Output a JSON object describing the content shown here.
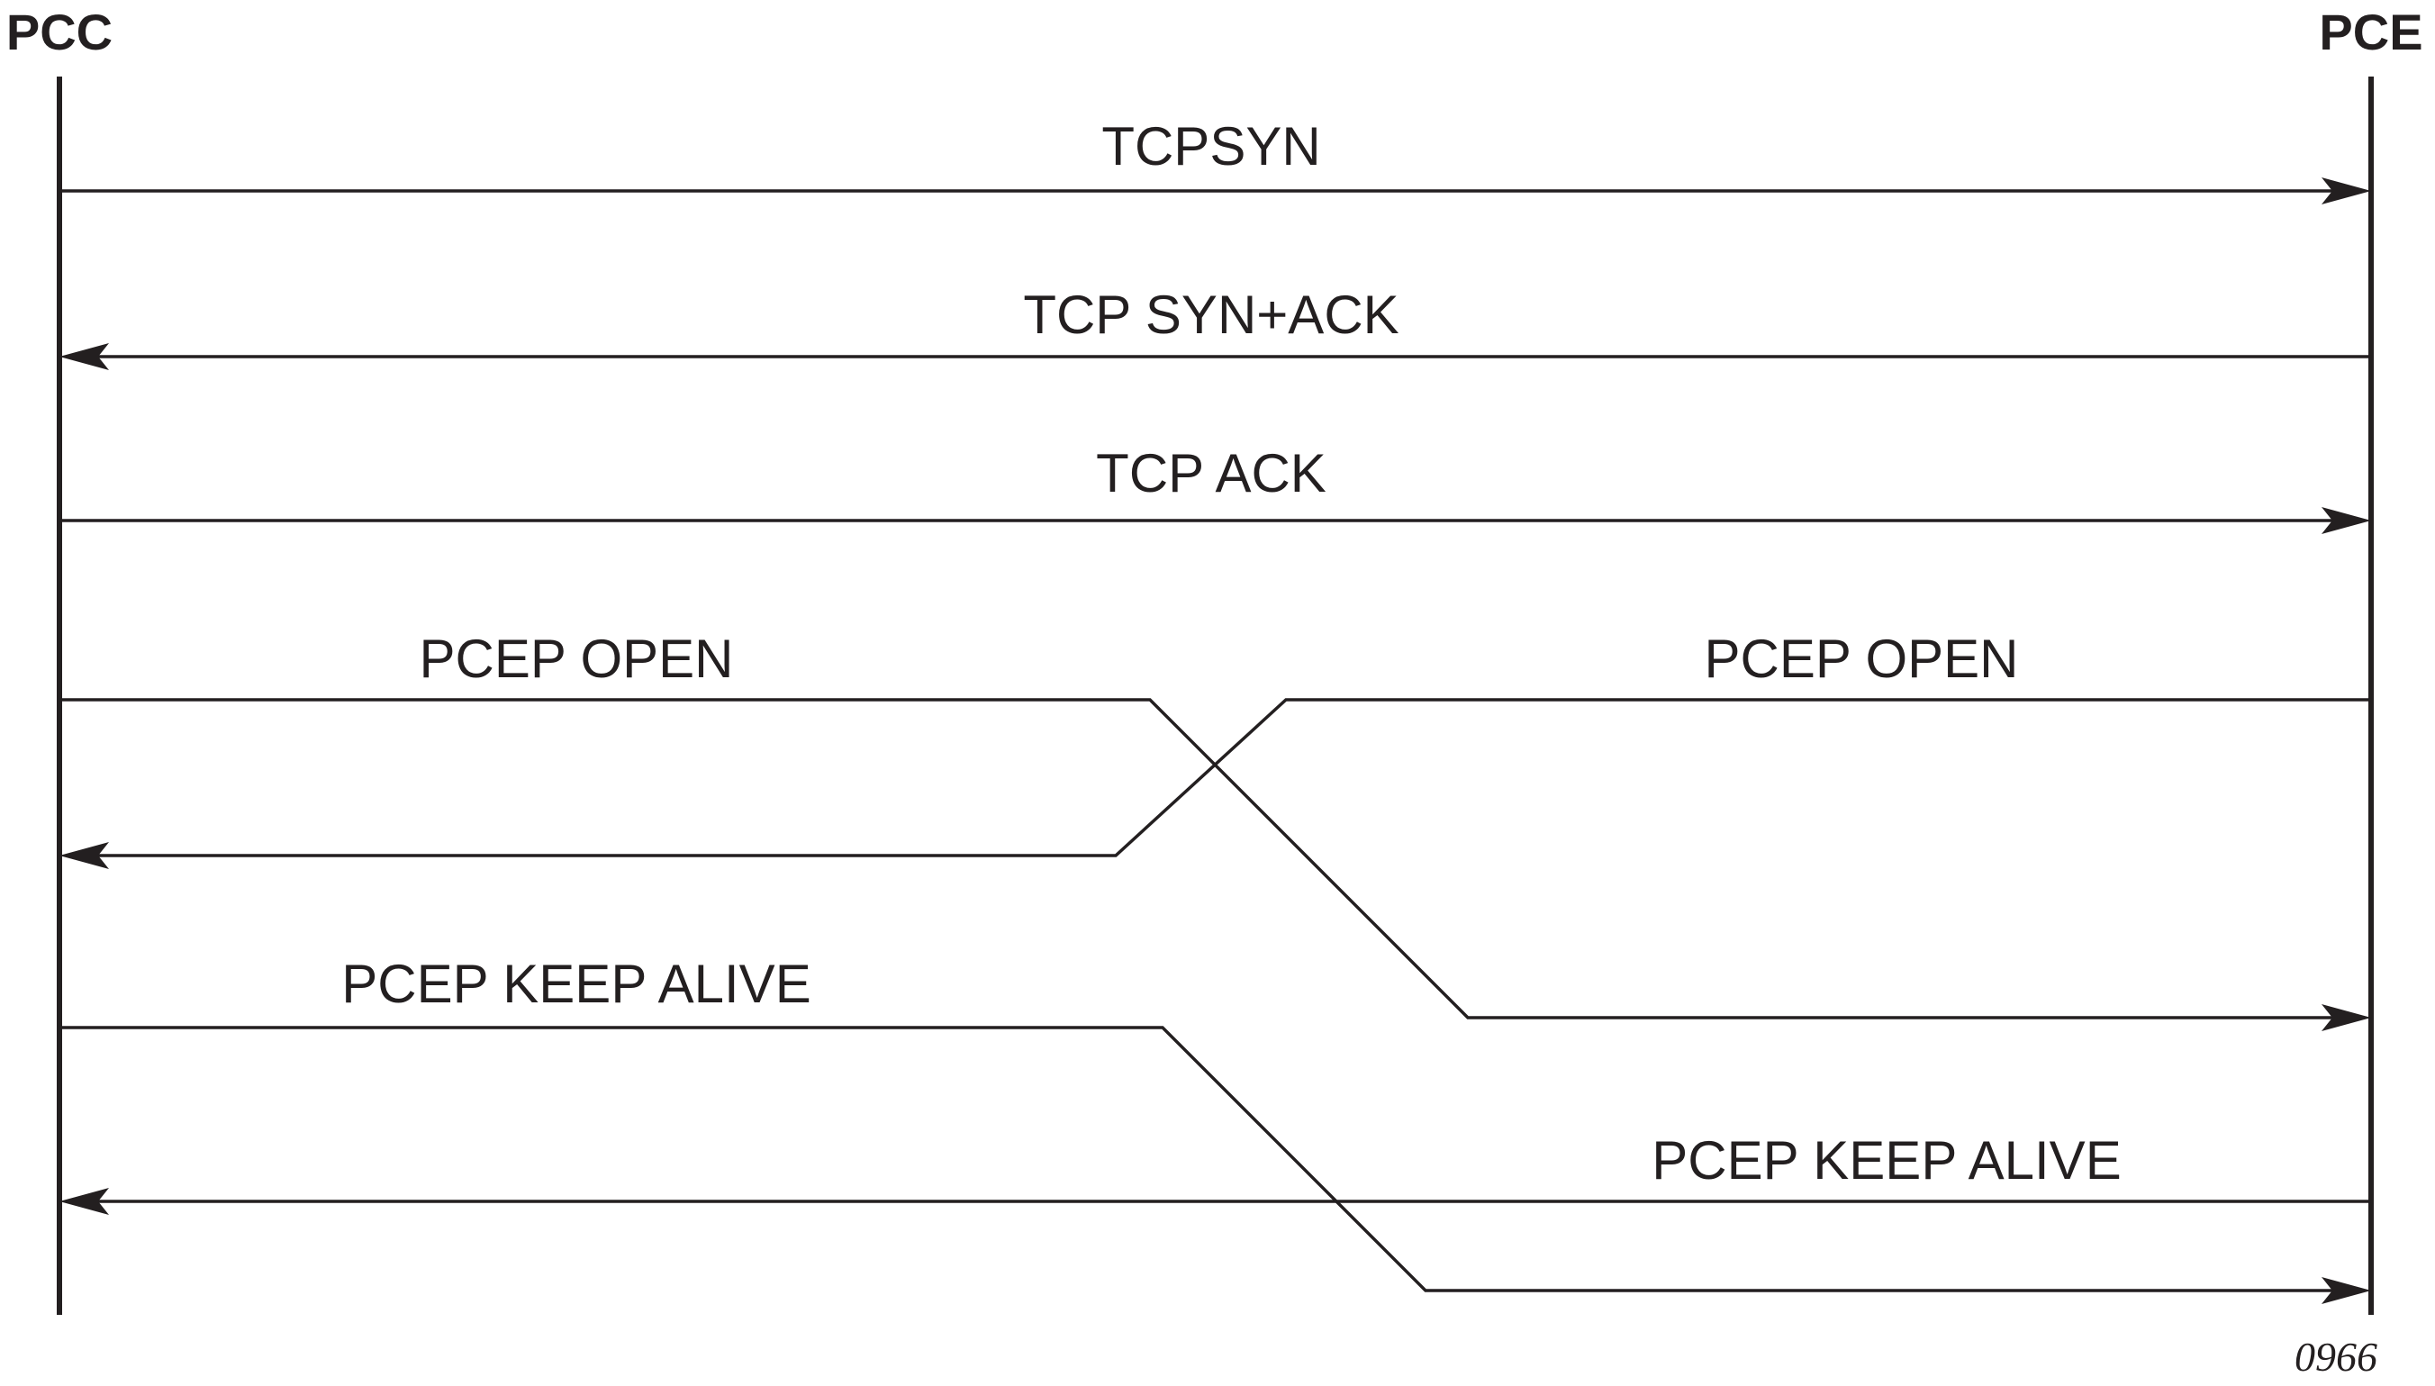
{
  "diagram": {
    "type": "sequence",
    "entities": {
      "left": "PCC",
      "right": "PCE"
    },
    "messages": [
      {
        "label": "TCPSYN",
        "from": "PCC",
        "to": "PCE"
      },
      {
        "label": "TCP SYN+ACK",
        "from": "PCE",
        "to": "PCC"
      },
      {
        "label": "TCP ACK",
        "from": "PCC",
        "to": "PCE"
      },
      {
        "label": "PCEP OPEN",
        "from": "PCC",
        "to": "PCE"
      },
      {
        "label": "PCEP OPEN",
        "from": "PCE",
        "to": "PCC"
      },
      {
        "label": "PCEP KEEP ALIVE",
        "from": "PCC",
        "to": "PCE"
      },
      {
        "label": "PCEP KEEP ALIVE",
        "from": "PCE",
        "to": "PCC"
      }
    ],
    "figure_id": "0966"
  }
}
